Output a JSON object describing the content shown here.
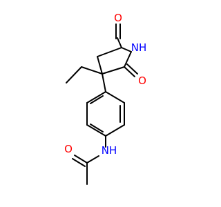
{
  "colors": {
    "bond": "#000000",
    "oxygen": "#ff0000",
    "nitrogen": "#0000ff",
    "background": "#ffffff"
  },
  "atoms": {
    "o_imide_top": "O",
    "n_imide": "NH",
    "o_imide_bottom": "O",
    "n_amide": "NH",
    "o_amide": "O"
  }
}
